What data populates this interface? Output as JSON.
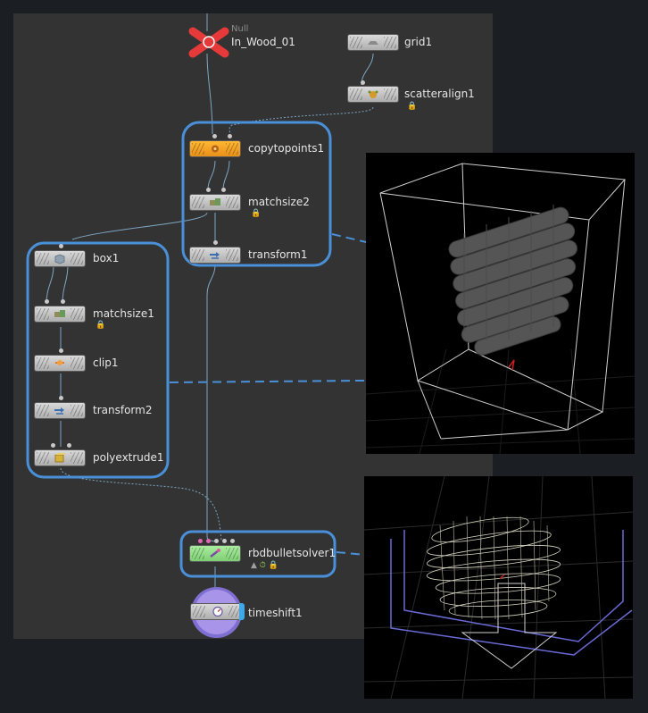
{
  "nodes": {
    "null": {
      "type_label": "Null",
      "name": "In_Wood_01",
      "icon": "null-x-icon"
    },
    "grid": {
      "name": "grid1",
      "icon": "grid-icon"
    },
    "scatteralign": {
      "name": "scatteralign1",
      "icon": "scatter-icon"
    },
    "copytopoints": {
      "name": "copytopoints1",
      "icon": "copy-icon"
    },
    "matchsize2": {
      "name": "matchsize2",
      "icon": "matchsize-icon"
    },
    "transform1": {
      "name": "transform1",
      "icon": "transform-icon"
    },
    "box": {
      "name": "box1",
      "icon": "box-icon"
    },
    "matchsize1": {
      "name": "matchsize1",
      "icon": "matchsize-icon"
    },
    "clip": {
      "name": "clip1",
      "icon": "clip-icon"
    },
    "transform2": {
      "name": "transform2",
      "icon": "transform-icon"
    },
    "polyextrude": {
      "name": "polyextrude1",
      "icon": "polyextrude-icon"
    },
    "rbdbulletsolver": {
      "name": "rbdbulletsolver1",
      "icon": "solver-icon"
    },
    "timeshift": {
      "name": "timeshift1",
      "icon": "timeshift-icon"
    }
  },
  "colors": {
    "graph_bg": "#333333",
    "node_default": "#c4c4c4",
    "copytopoints": "#f5a31a",
    "rbdbulletsolver": "#8ede84",
    "null_red": "#e63a3a",
    "timeshift_purple": "#7f6fd0",
    "annotation_blue": "#4a90d9",
    "display_flag": "#3fa9e8"
  },
  "viewports": [
    {
      "name": "copied-logs-viewport"
    },
    {
      "name": "rbd-simulation-viewport"
    }
  ]
}
